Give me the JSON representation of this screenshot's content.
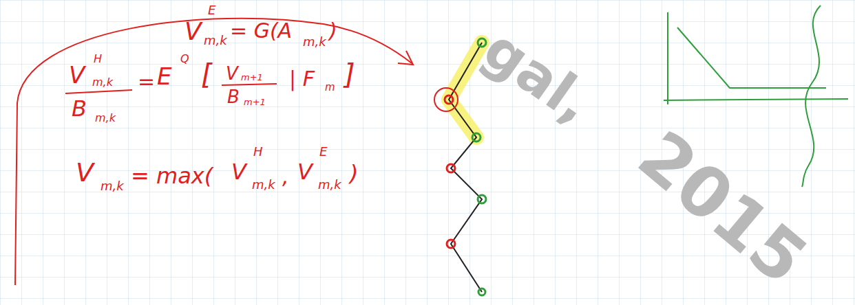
{
  "diagram": {
    "labels": [
      "V",
      "E",
      "m,k",
      "= G(A",
      "m,k",
      ")",
      "V",
      "H",
      "m,k",
      "B",
      "m,k",
      "=",
      "E",
      "Q",
      "[",
      "V",
      "m+1",
      "B",
      "m+1",
      "| F",
      "m",
      "]",
      "V",
      "m,k",
      "= max(",
      "V",
      "H",
      "m,k",
      ",",
      "V",
      "E",
      "m,k",
      ")",
      "gal,",
      "2015"
    ]
  }
}
